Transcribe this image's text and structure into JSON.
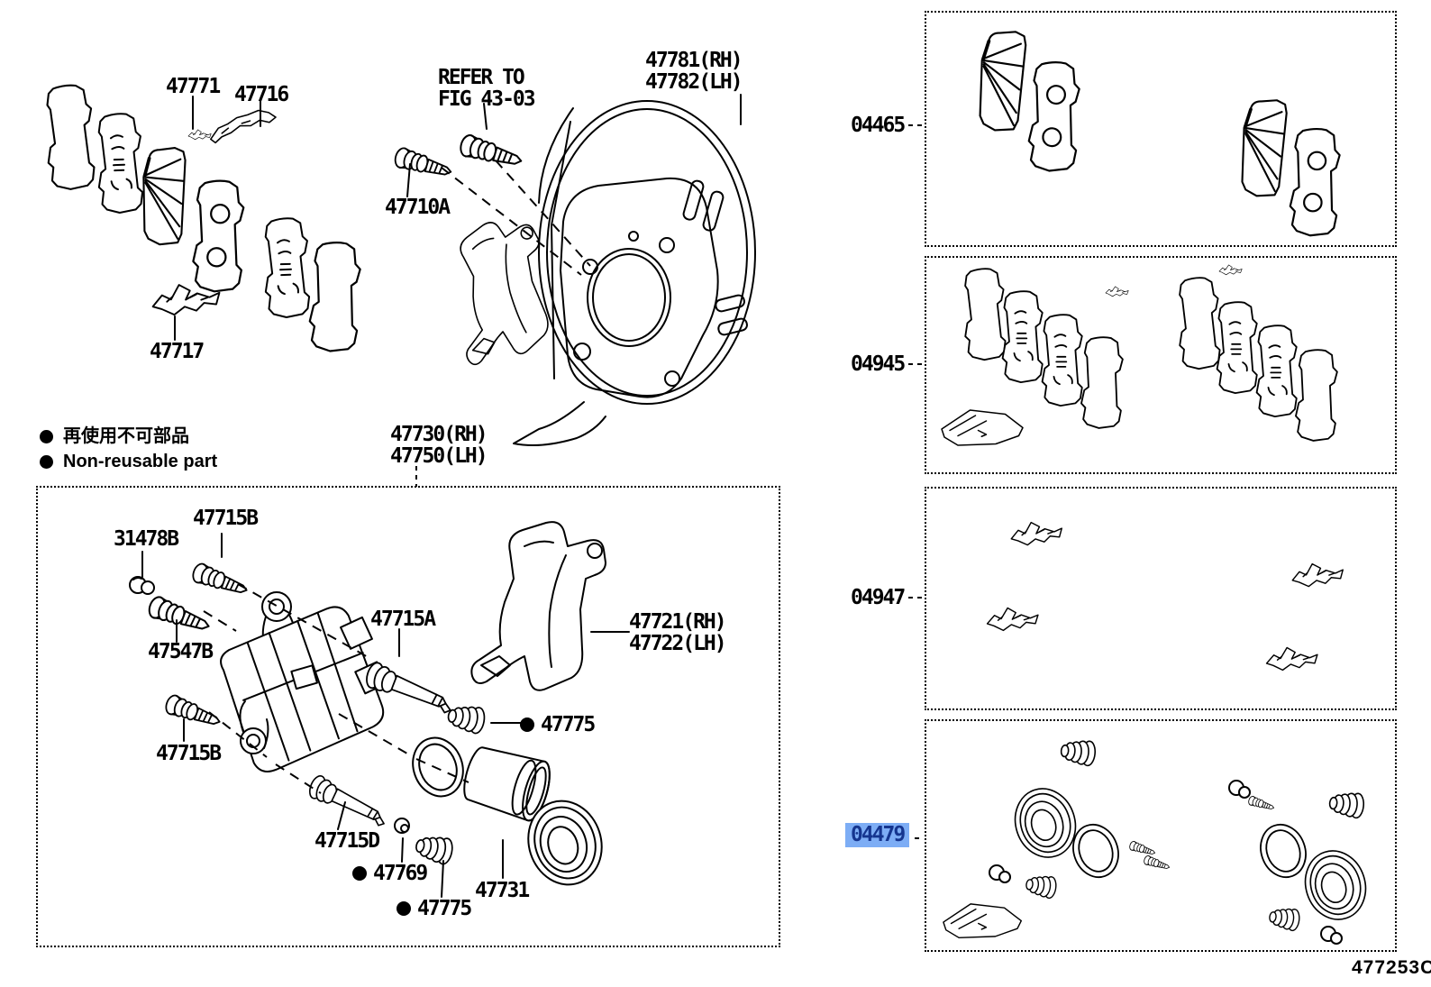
{
  "figure": {
    "code": "477253C"
  },
  "legend": {
    "jp": "再使用不可部品",
    "en": "Non-reusable part"
  },
  "note": {
    "line1": "REFER TO",
    "line2": "FIG 43-03"
  },
  "callouts": {
    "p47771": "47771",
    "p47716": "47716",
    "p47717": "47717",
    "p47710A": "47710A",
    "p47781": "47781(RH)",
    "p47782": "47782(LH)",
    "p47730": "47730(RH)",
    "p47750": "47750(LH)",
    "p31478B": "31478B",
    "p47715B_upper": "47715B",
    "p47547B": "47547B",
    "p47715A": "47715A",
    "p47715B_lower": "47715B",
    "p47721": "47721(RH)",
    "p47722": "47722(LH)",
    "p47775_bracket": "47775",
    "p47715D": "47715D",
    "p47769": "47769",
    "p47775_cylinder": "47775",
    "p47731": "47731"
  },
  "kits": {
    "k04465": "04465",
    "k04945": "04945",
    "k04947": "04947",
    "k04479": "04479"
  },
  "highlight": {
    "background": "#7dadf5",
    "text": "#15358f",
    "selected": "04479"
  }
}
